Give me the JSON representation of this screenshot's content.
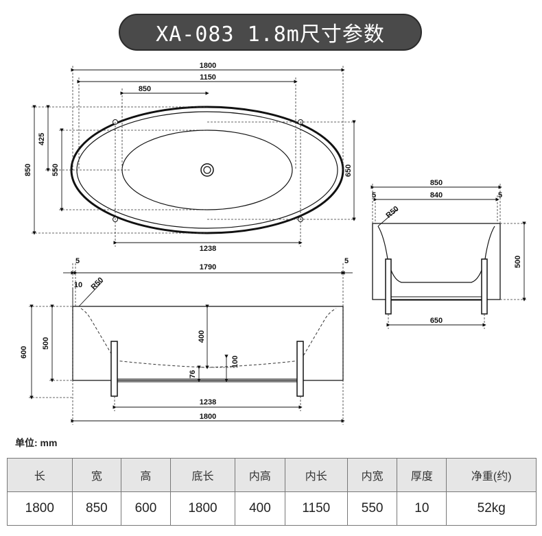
{
  "title": "XA-083 1.8m尺寸参数",
  "dims": {
    "top": {
      "total": "1800",
      "inner": "1150",
      "basin": "850",
      "width": "850",
      "half_width": "425",
      "inner_width": "550",
      "leg_width": "650",
      "base": "1238"
    },
    "side": {
      "total_inner": "1790",
      "rim_left": "5",
      "rim_right": "5",
      "rim_drop": "10",
      "radius": "R50",
      "height": "600",
      "inner_height": "500",
      "depth": "400",
      "drain": "100",
      "drain_low": "76",
      "base": "1238",
      "length": "1800"
    },
    "end": {
      "top": "850",
      "inner": "840",
      "rim_left": "5",
      "rim_right": "5",
      "radius": "R50",
      "height": "500",
      "base": "650"
    }
  },
  "unit_label": "单位: mm",
  "spec_table": {
    "headers": [
      "长",
      "宽",
      "高",
      "底长",
      "内高",
      "内长",
      "内宽",
      "厚度",
      "净重(约)"
    ],
    "values": [
      "1800",
      "850",
      "600",
      "1800",
      "400",
      "1150",
      "550",
      "10",
      "52kg"
    ]
  }
}
